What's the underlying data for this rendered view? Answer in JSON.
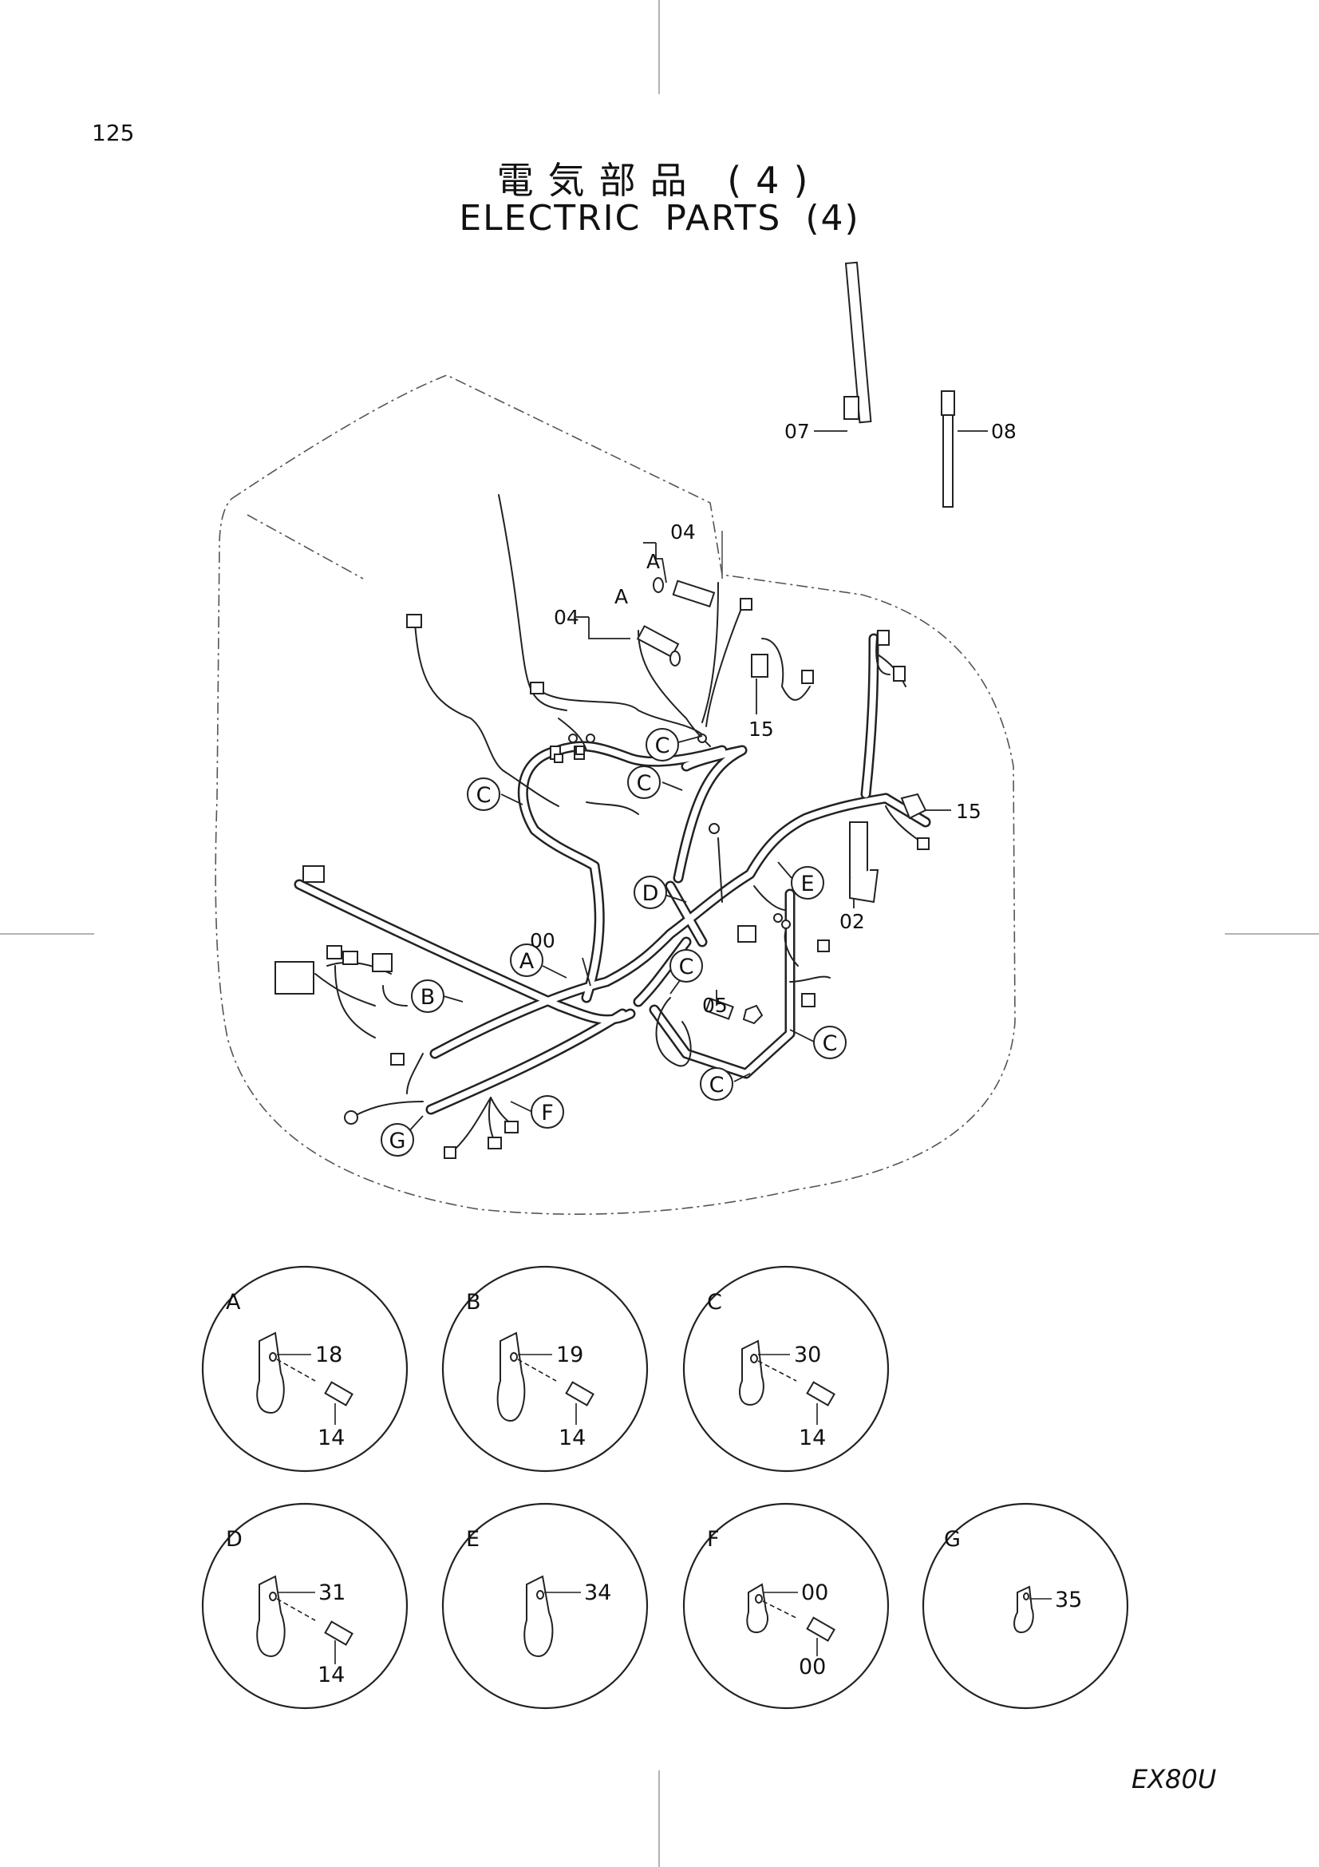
{
  "page_number": "125",
  "title_jp": "電気部品 (4)",
  "title_en": "ELECTRIC PARTS (4)",
  "model": "EX80U",
  "main_labels": {
    "p07": "07",
    "p08": "08",
    "p04a": "04",
    "p04b": "04",
    "p15a": "15",
    "p15b": "15",
    "p02": "02",
    "p00": "00",
    "p05": "05",
    "detA_top": "A",
    "detA_mid": "A"
  },
  "callouts": {
    "c1": "C",
    "c2": "C",
    "c3": "C",
    "c4": "C",
    "c5": "C",
    "c6": "C",
    "a": "A",
    "b": "B",
    "d": "D",
    "e": "E",
    "f": "F",
    "g": "G"
  },
  "details": [
    {
      "letter": "A",
      "part": "18",
      "bolt": "14"
    },
    {
      "letter": "B",
      "part": "19",
      "bolt": "14"
    },
    {
      "letter": "C",
      "part": "30",
      "bolt": "14"
    },
    {
      "letter": "D",
      "part": "31",
      "bolt": "14"
    },
    {
      "letter": "E",
      "part": "34",
      "bolt": ""
    },
    {
      "letter": "F",
      "part": "00",
      "bolt": "00"
    },
    {
      "letter": "G",
      "part": "35",
      "bolt": ""
    }
  ]
}
